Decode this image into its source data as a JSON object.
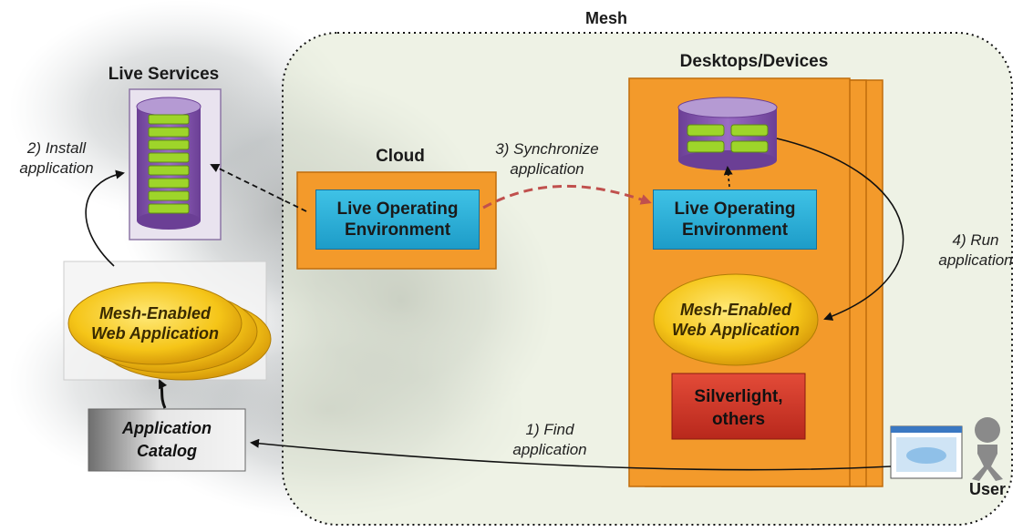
{
  "mesh": {
    "title": "Mesh"
  },
  "live_services": {
    "title": "Live Services"
  },
  "cloud": {
    "title": "Cloud",
    "loe_label": "Live Operating Environment"
  },
  "desktops": {
    "title": "Desktops/Devices",
    "loe_label": "Live Operating Environment",
    "app_label": "Mesh-Enabled Web Application",
    "runtime_label": "Silverlight, others"
  },
  "left_app": {
    "label": "Mesh-Enabled Web Application"
  },
  "catalog": {
    "label": "Application Catalog"
  },
  "user": {
    "label": "User"
  },
  "steps": {
    "find": "1) Find application",
    "install": "2) Install application",
    "sync": "3) Synchronize application",
    "run": "4) Run application"
  },
  "colors": {
    "mesh_fill": "#e3ead3",
    "orange": "#f39a2b",
    "blue": "#2aa8d8",
    "purple": "#8a59b4",
    "green_slot": "#9ed52a",
    "gold": "#f5c518",
    "red": "#d63a2a",
    "sync_arrow": "#c0504d"
  }
}
